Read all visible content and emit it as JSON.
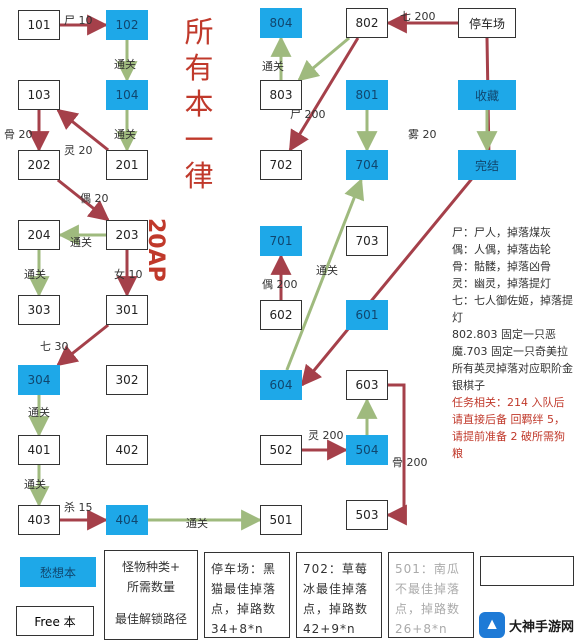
{
  "title": "所有本一律",
  "title_num": "20AP",
  "nodes": [
    {
      "id": "101",
      "type": "free"
    },
    {
      "id": "102",
      "type": "blue"
    },
    {
      "id": "103",
      "type": "free"
    },
    {
      "id": "104",
      "type": "blue"
    },
    {
      "id": "202",
      "type": "free"
    },
    {
      "id": "201",
      "type": "free"
    },
    {
      "id": "204",
      "type": "free"
    },
    {
      "id": "203",
      "type": "free"
    },
    {
      "id": "303",
      "type": "free"
    },
    {
      "id": "301",
      "type": "free"
    },
    {
      "id": "304",
      "type": "blue"
    },
    {
      "id": "302",
      "type": "free"
    },
    {
      "id": "401",
      "type": "free"
    },
    {
      "id": "402",
      "type": "free"
    },
    {
      "id": "403",
      "type": "free"
    },
    {
      "id": "404",
      "type": "blue"
    },
    {
      "id": "501",
      "type": "free"
    },
    {
      "id": "804",
      "type": "blue"
    },
    {
      "id": "802",
      "type": "free"
    },
    {
      "id": "停车场",
      "type": "free"
    },
    {
      "id": "803",
      "type": "free"
    },
    {
      "id": "801",
      "type": "blue"
    },
    {
      "id": "702",
      "type": "free"
    },
    {
      "id": "704",
      "type": "blue"
    },
    {
      "id": "701",
      "type": "blue"
    },
    {
      "id": "703",
      "type": "free"
    },
    {
      "id": "602",
      "type": "free"
    },
    {
      "id": "601",
      "type": "blue"
    },
    {
      "id": "604",
      "type": "blue"
    },
    {
      "id": "603",
      "type": "free"
    },
    {
      "id": "502",
      "type": "free"
    },
    {
      "id": "504",
      "type": "blue"
    },
    {
      "id": "503",
      "type": "free"
    },
    {
      "id": "收藏",
      "type": "blue"
    },
    {
      "id": "完结",
      "type": "blue"
    }
  ],
  "edges": [
    {
      "from": "101",
      "to": "102",
      "label": "尸 10"
    },
    {
      "from": "102",
      "to": "104",
      "label": "通关"
    },
    {
      "from": "104",
      "to": "201",
      "label": "通关"
    },
    {
      "from": "201",
      "to": "103",
      "label": "灵 20"
    },
    {
      "from": "103",
      "to": "202",
      "label": "骨 20"
    },
    {
      "from": "202",
      "to": "203",
      "label": "偶 20"
    },
    {
      "from": "203",
      "to": "204",
      "label": "通关"
    },
    {
      "from": "204",
      "to": "303",
      "label": "通关"
    },
    {
      "from": "203",
      "to": "301",
      "label": "女 10"
    },
    {
      "from": "301",
      "to": "304",
      "label": "七 30"
    },
    {
      "from": "304",
      "to": "401",
      "label": "通关"
    },
    {
      "from": "401",
      "to": "403",
      "label": "通关"
    },
    {
      "from": "403",
      "to": "404",
      "label": "杀 15"
    },
    {
      "from": "404",
      "to": "501",
      "label": "通关"
    },
    {
      "from": "停车场",
      "to": "802",
      "label": "七 200"
    },
    {
      "from": "802",
      "to": "803",
      "label": ""
    },
    {
      "from": "803",
      "to": "804",
      "label": "通关"
    },
    {
      "from": "802",
      "to": "702",
      "label": "尸 200"
    },
    {
      "from": "801",
      "to": "704",
      "label": ""
    },
    {
      "from": "停车场",
      "to": "604",
      "label": "雾 20"
    },
    {
      "from": "604",
      "to": "704",
      "label": "通关"
    },
    {
      "from": "602",
      "to": "701",
      "label": "偶 200"
    },
    {
      "from": "502",
      "to": "504",
      "label": "灵 200"
    },
    {
      "from": "504",
      "to": "603",
      "label": ""
    },
    {
      "from": "603",
      "to": "503",
      "label": "骨 200"
    },
    {
      "from": "收藏",
      "to": "完结",
      "label": ""
    }
  ],
  "notes": [
    {
      "text": "尸：尸人，掉落煤灰",
      "red": false
    },
    {
      "text": "偶：人偶，掉落齿轮",
      "red": false
    },
    {
      "text": "骨：骷髅，掉落凶骨",
      "red": false
    },
    {
      "text": "灵：幽灵，掉落提灯",
      "red": false
    },
    {
      "text": "七：七人御佐姬，掉落提灯",
      "red": false
    },
    {
      "text": "802.803 固定一只恶魔.703 固定一只奇美拉",
      "red": false
    },
    {
      "text": "所有英灵掉落对应职阶金银棋子",
      "red": false
    },
    {
      "text": "任务相关：214 入队后请直接后备 回羁绊 5，请提前准备 2 破所需狗粮",
      "red": true
    }
  ],
  "legend": {
    "blue_label": "愁想本",
    "free_label": "Free 本",
    "monster_box": [
      "怪物种类+",
      "所需数量",
      "最佳解锁路径"
    ],
    "parking": "停车场：黑猫最佳掉落点，掉路数34+8*n",
    "room702": "702：草莓冰最佳掉落点，掉路数42+9*n",
    "room501": "501：南瓜不最佳掉落点，掉路数26+8*n",
    "room_extra": ""
  },
  "watermark": "大神手游网",
  "colors": {
    "blue": "#1ea8e8",
    "red_arrow": "#a5404a",
    "green_arrow": "#9fba7e",
    "red_text": "#c0392b"
  }
}
